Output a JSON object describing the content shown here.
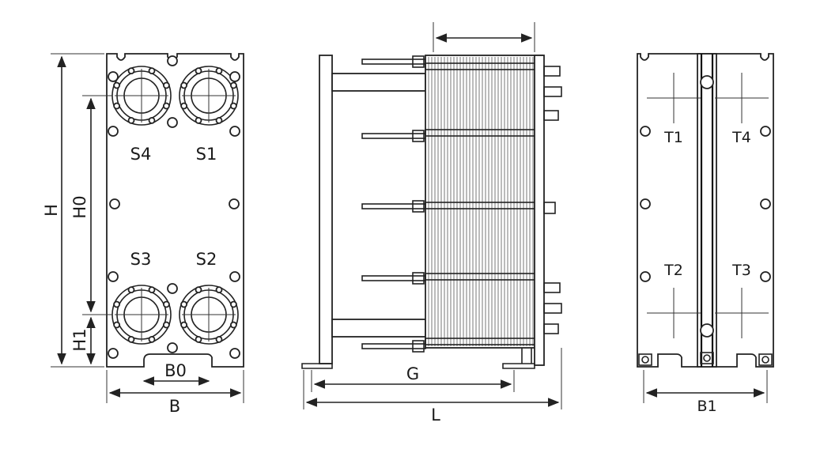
{
  "labels": {
    "front": {
      "s4": "S4",
      "s1": "S1",
      "s3": "S3",
      "s2": "S2",
      "h": "H",
      "h0": "H0",
      "h1": "H1",
      "b0": "B0",
      "b": "B"
    },
    "side": {
      "g": "G",
      "l": "L"
    },
    "back": {
      "t1": "T1",
      "t4": "T4",
      "t2": "T2",
      "t3": "T3",
      "b1": "B1"
    }
  },
  "colors": {
    "line": "#222222",
    "background": "#ffffff"
  }
}
